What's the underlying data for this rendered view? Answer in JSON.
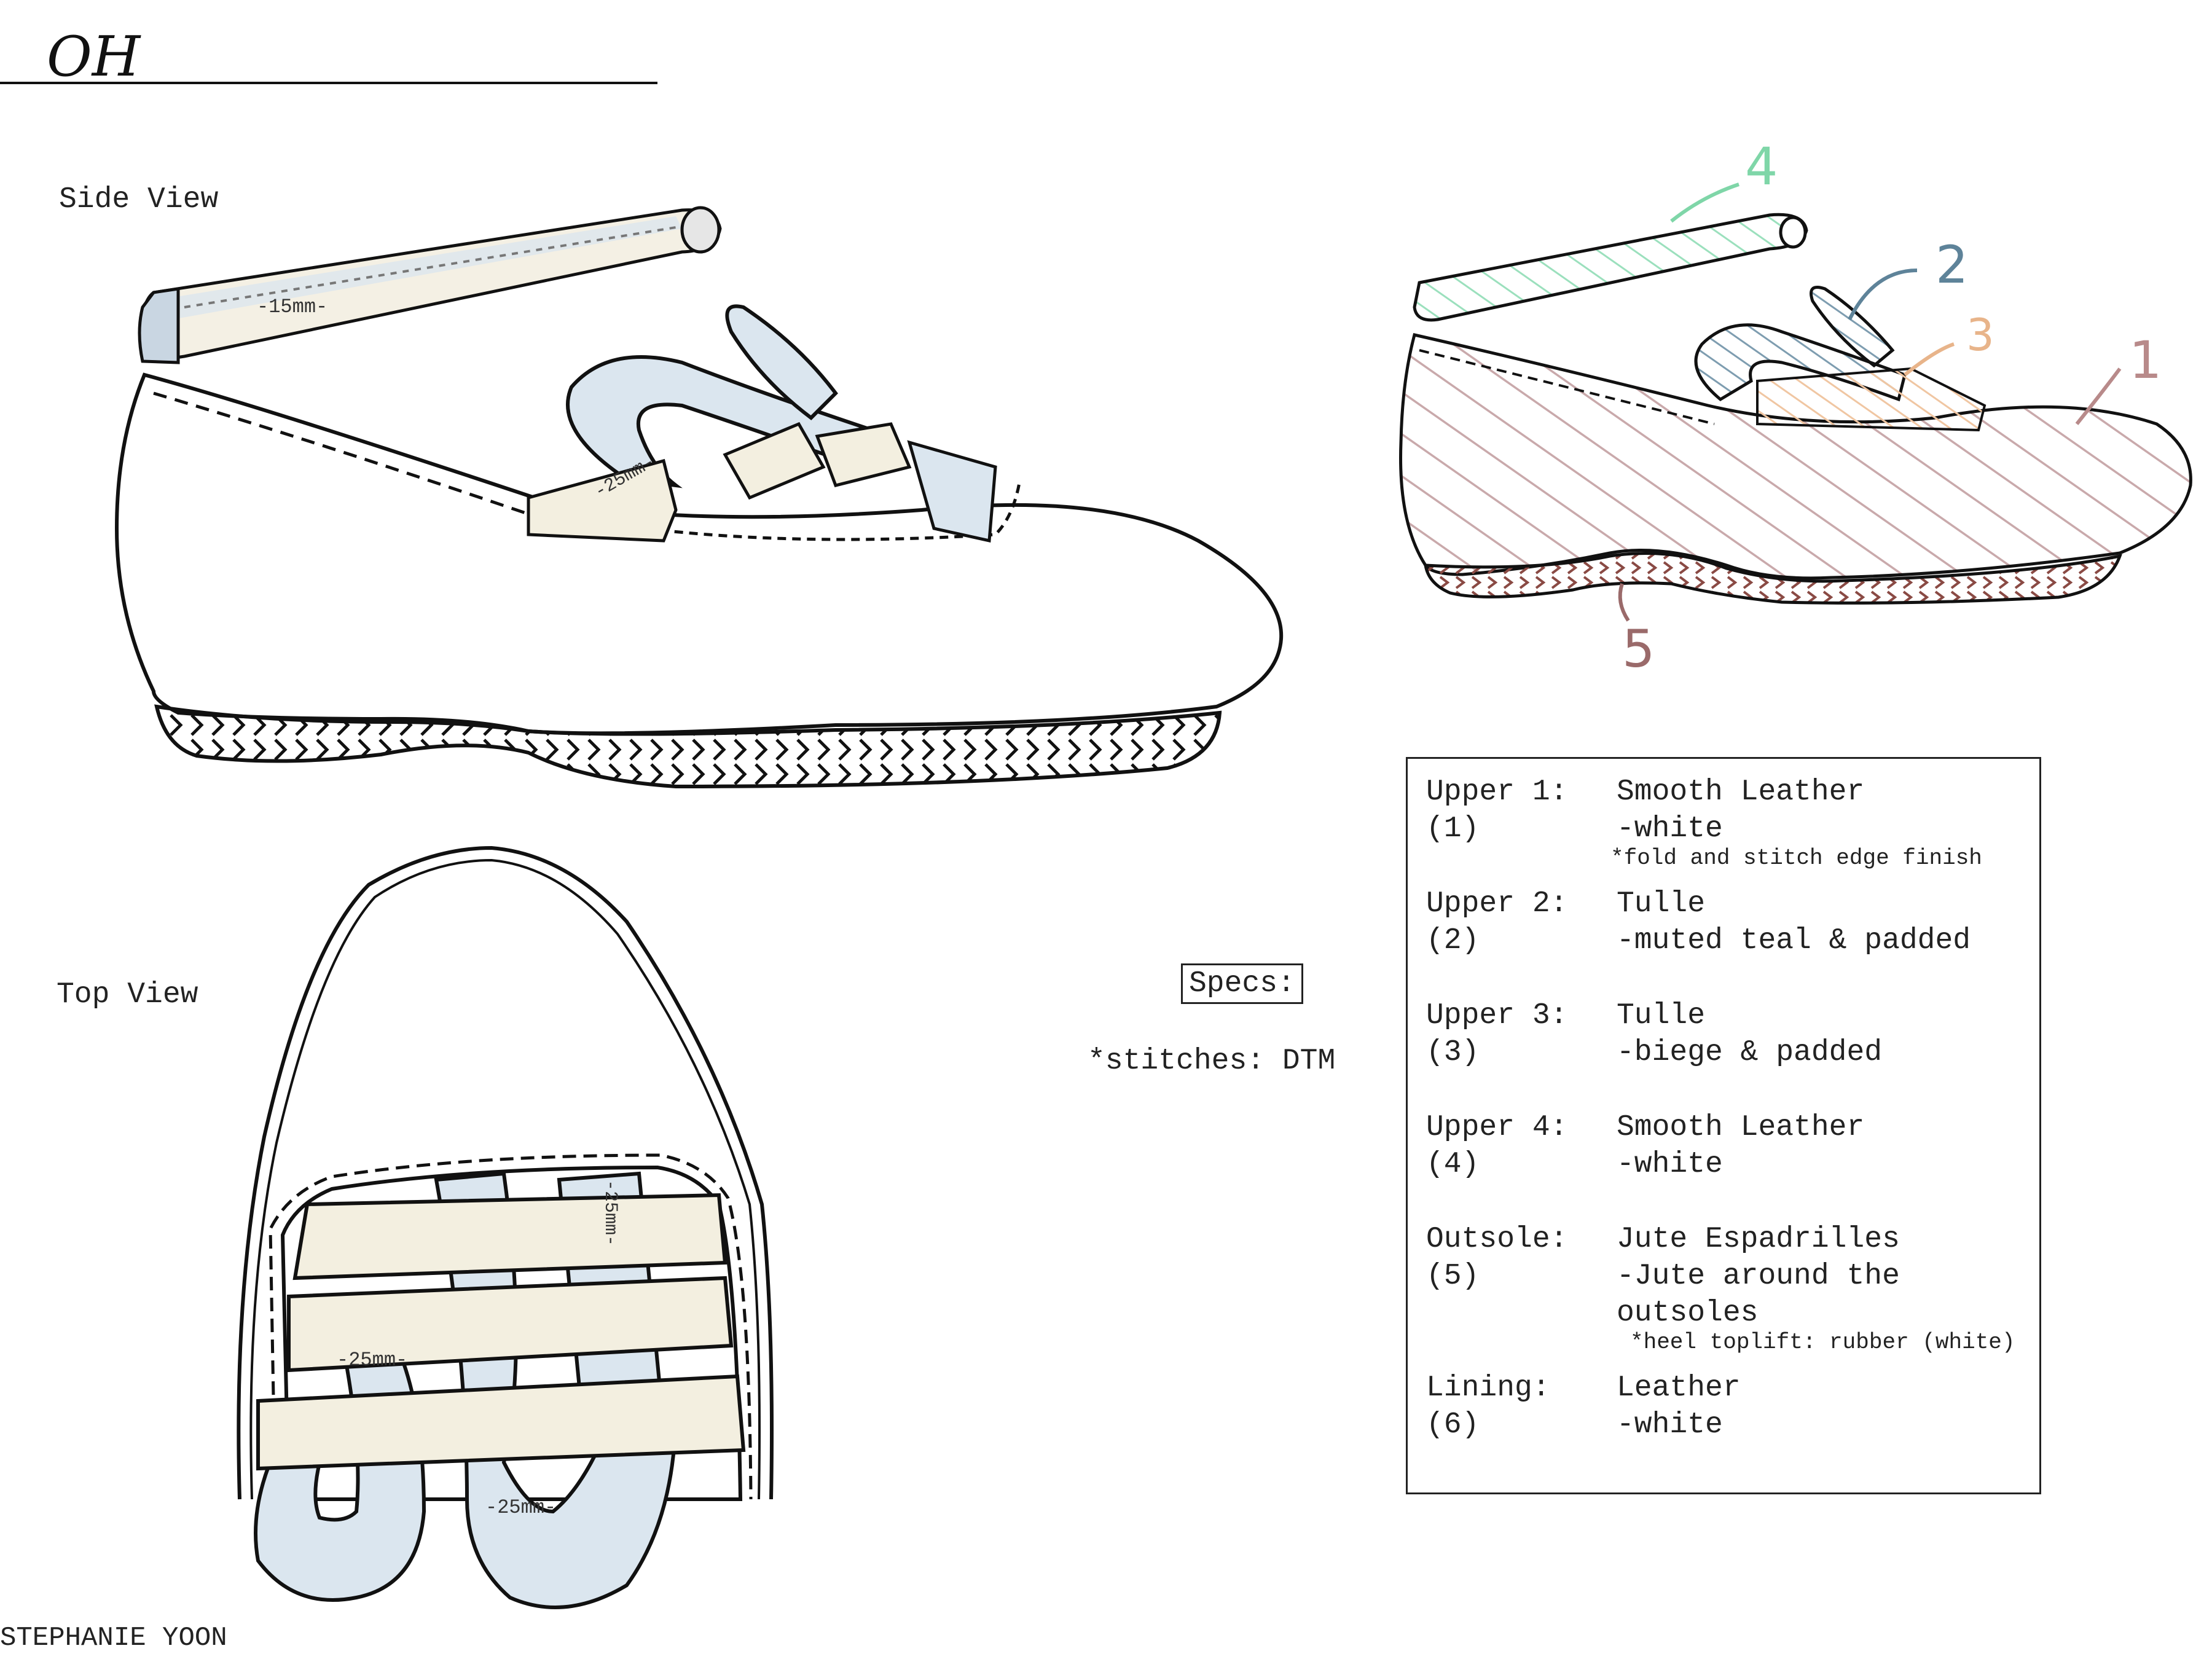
{
  "sheet": {
    "title": "OH",
    "side_view_label": "Side View",
    "top_view_label": "Top View",
    "designer": "STEPHANIE YOON"
  },
  "dimensions": {
    "strap_width": "-15mm-",
    "side_band_width": "-25mm-",
    "top_band_a": "-25mm-",
    "top_band_b": "-25mm-",
    "top_band_c": "-25mm-"
  },
  "callouts": [
    "1",
    "2",
    "3",
    "4",
    "5"
  ],
  "callout_colors": {
    "1": "#b88a8a",
    "2": "#5e8399",
    "3": "#e8b48a",
    "4": "#7fd6a8",
    "5": "#9a6a6a"
  },
  "colors": {
    "outline": "#111111",
    "pale_blue_fill": "#dbe6ef",
    "beige_fill": "#f3efe0"
  },
  "specs": {
    "title": "Specs:",
    "stitch_note": "*stitches: DTM",
    "entries": [
      {
        "key": "Upper 1:",
        "num": "(1)",
        "material": "Smooth Leather",
        "detail": "-white",
        "note": "*fold and stitch edge finish"
      },
      {
        "key": "Upper 2:",
        "num": "(2)",
        "material": "Tulle",
        "detail": "-muted teal & padded"
      },
      {
        "key": "Upper 3:",
        "num": "(3)",
        "material": "Tulle",
        "detail": "-biege & padded"
      },
      {
        "key": "Upper 4:",
        "num": "(4)",
        "material": "Smooth Leather",
        "detail": "-white"
      },
      {
        "key": "Outsole:",
        "num": "(5)",
        "material": "Jute Espadrilles",
        "detail": "-Jute around the",
        "detail2": "outsoles",
        "note": "*heel toplift: rubber (white)"
      },
      {
        "key": "Lining:",
        "num": "(6)",
        "material": "Leather",
        "detail": "-white"
      }
    ]
  }
}
